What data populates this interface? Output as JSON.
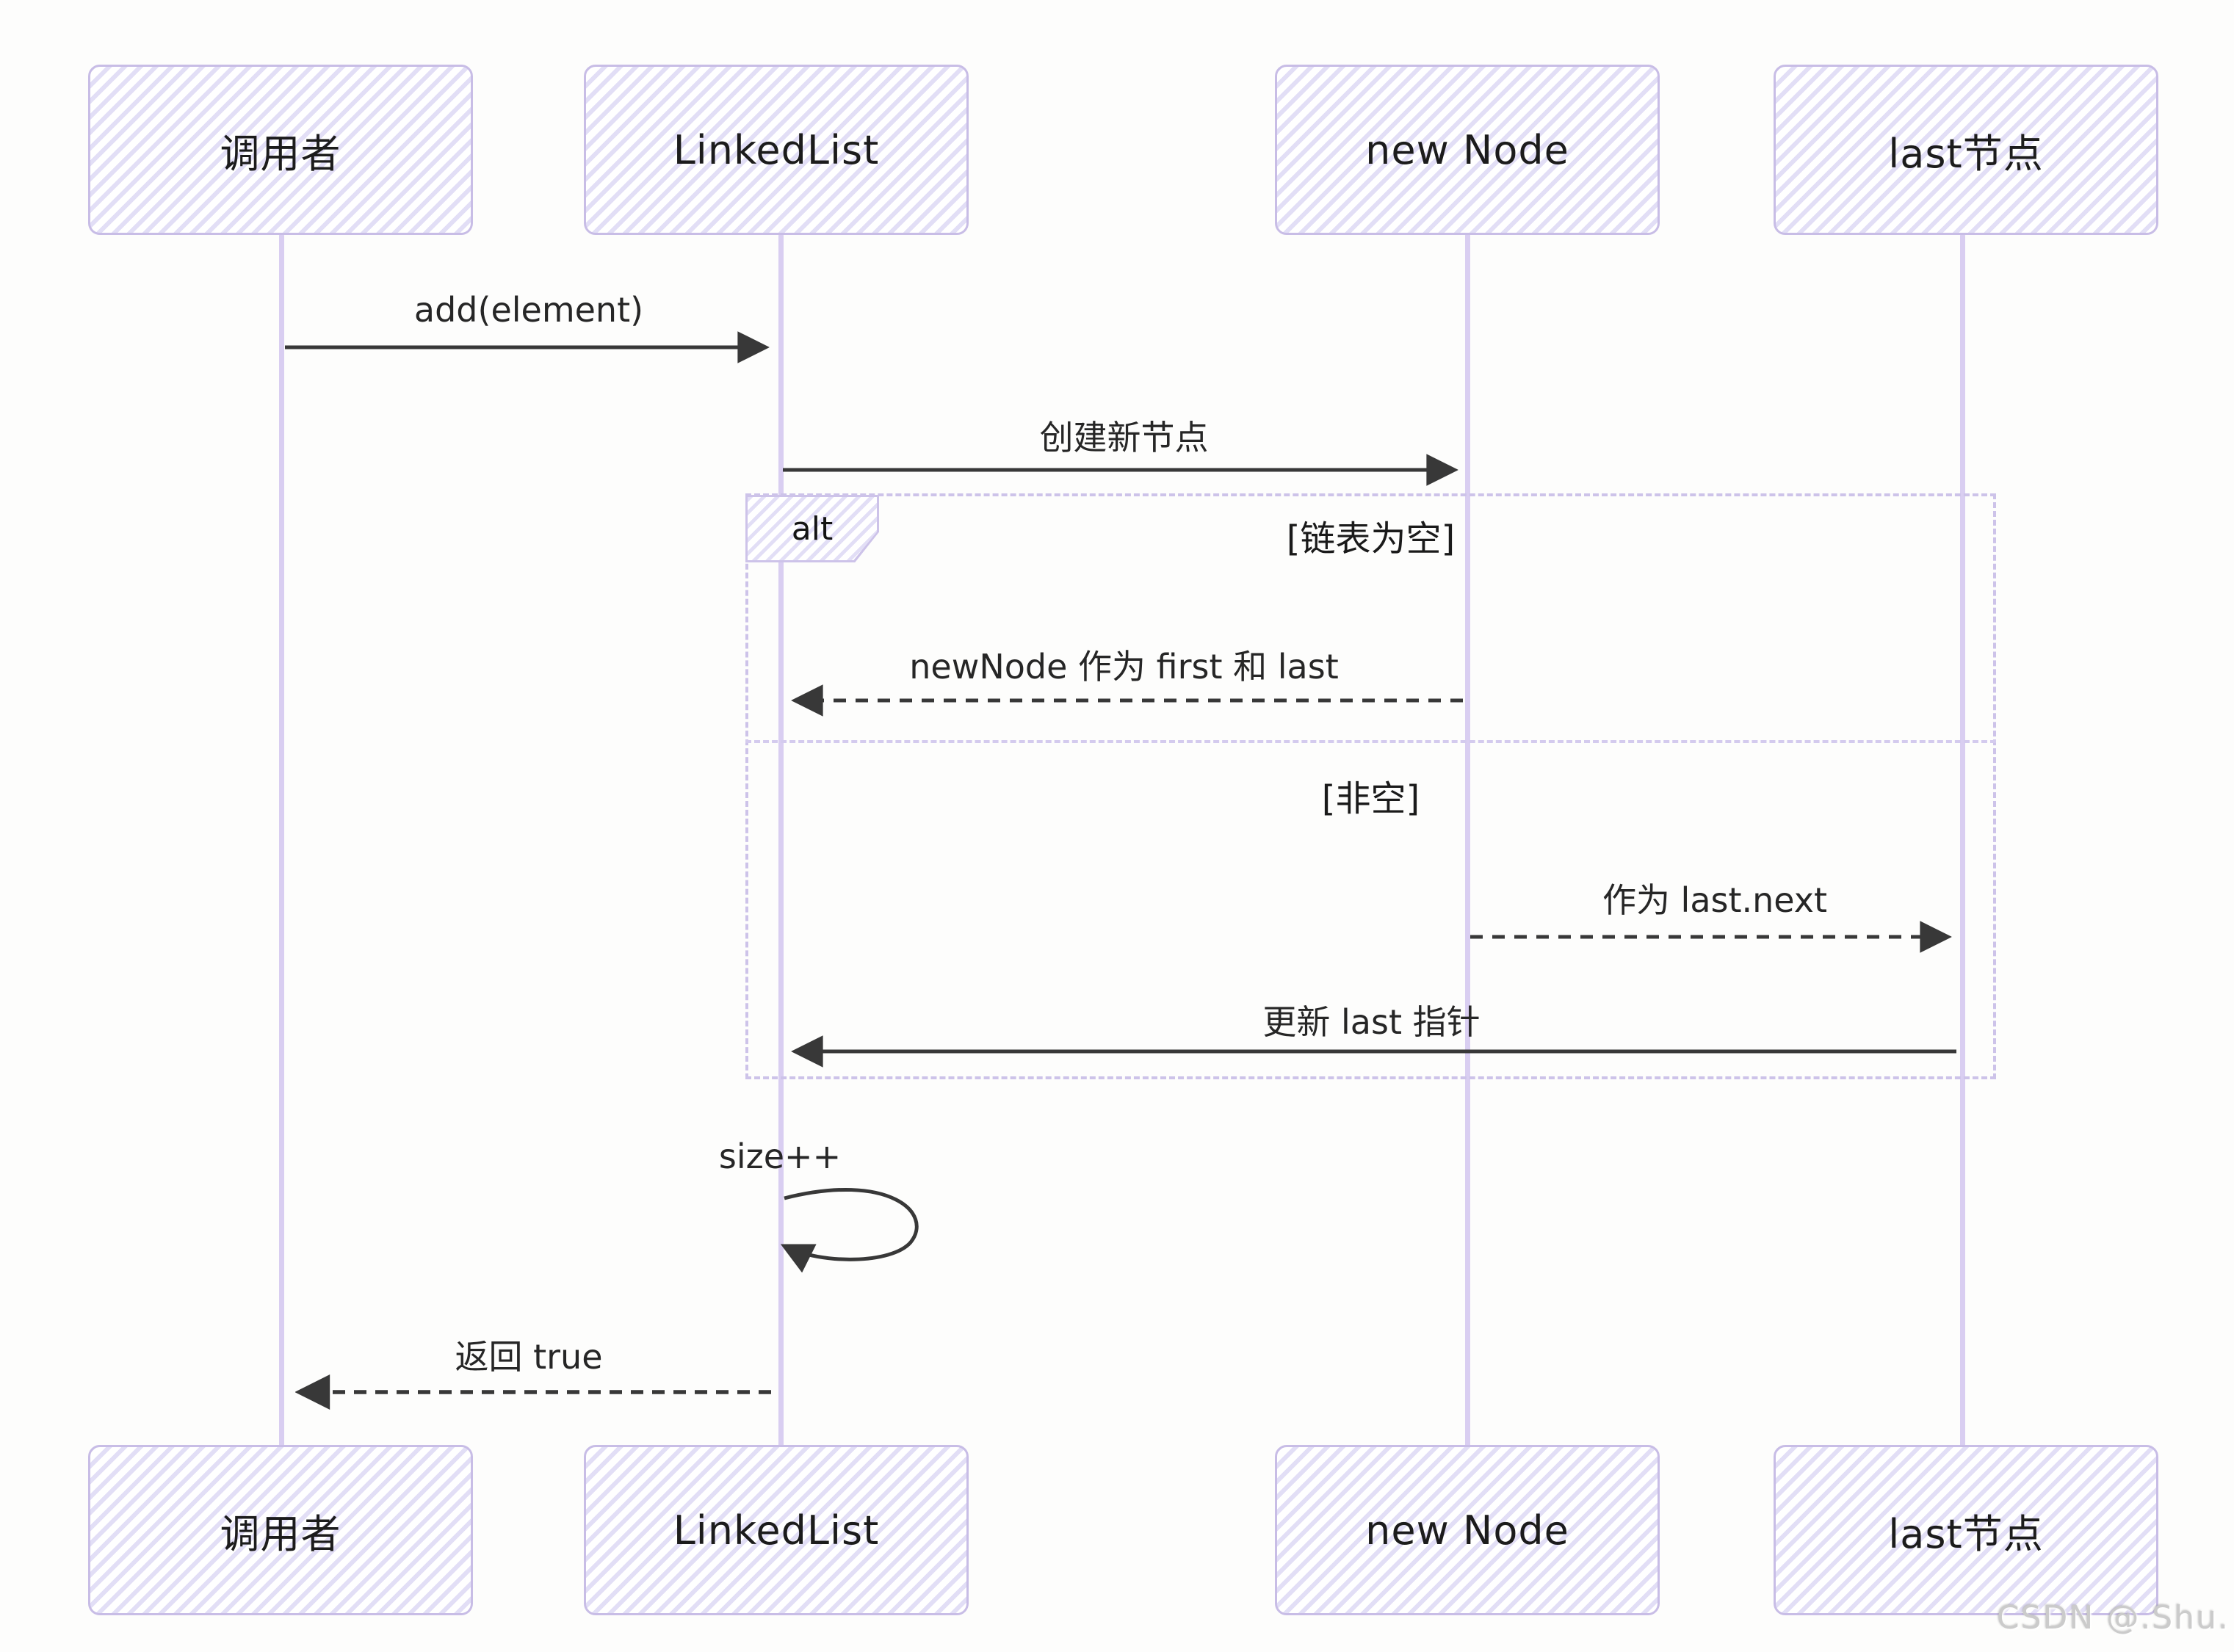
{
  "diagram": {
    "kind": "uml-sequence-diagram",
    "topic": "LinkedList add(element) flow",
    "actors": [
      {
        "id": "caller",
        "label": "调用者"
      },
      {
        "id": "linkedlist",
        "label": "LinkedList"
      },
      {
        "id": "newnode",
        "label": "new Node"
      },
      {
        "id": "lastnode",
        "label": "last节点"
      }
    ],
    "messages": [
      {
        "id": "add",
        "label": "add(element)",
        "from": "caller",
        "to": "linkedlist",
        "line": "solid"
      },
      {
        "id": "create",
        "label": "创建新节点",
        "from": "linkedlist",
        "to": "newnode",
        "line": "solid"
      },
      {
        "id": "first-last",
        "label": "newNode 作为 first 和 last",
        "from": "newnode",
        "to": "linkedlist",
        "line": "dashed"
      },
      {
        "id": "last-next",
        "label": "作为 last.next",
        "from": "newnode",
        "to": "lastnode",
        "line": "dashed"
      },
      {
        "id": "update-last",
        "label": "更新 last 指针",
        "from": "lastnode",
        "to": "linkedlist",
        "line": "solid"
      },
      {
        "id": "size-inc",
        "label": "size++",
        "from": "linkedlist",
        "to": "linkedlist",
        "line": "self"
      },
      {
        "id": "return",
        "label": "返回 true",
        "from": "linkedlist",
        "to": "caller",
        "line": "dashed"
      }
    ],
    "alt_frame": {
      "tag": "alt",
      "condition_empty": "[链表为空]",
      "condition_nonempty": "[非空]"
    },
    "watermark": "CSDN @.Shu.",
    "colors": {
      "box_border": "#c8bde6",
      "box_hatch": "#cbc4ee",
      "lifeline": "#d9cef1",
      "frame_border": "#cdc3e9",
      "arrow": "#383838",
      "text": "#1c1c1c",
      "watermark": "#cbcbcb",
      "background": "#fdfdfc"
    }
  }
}
